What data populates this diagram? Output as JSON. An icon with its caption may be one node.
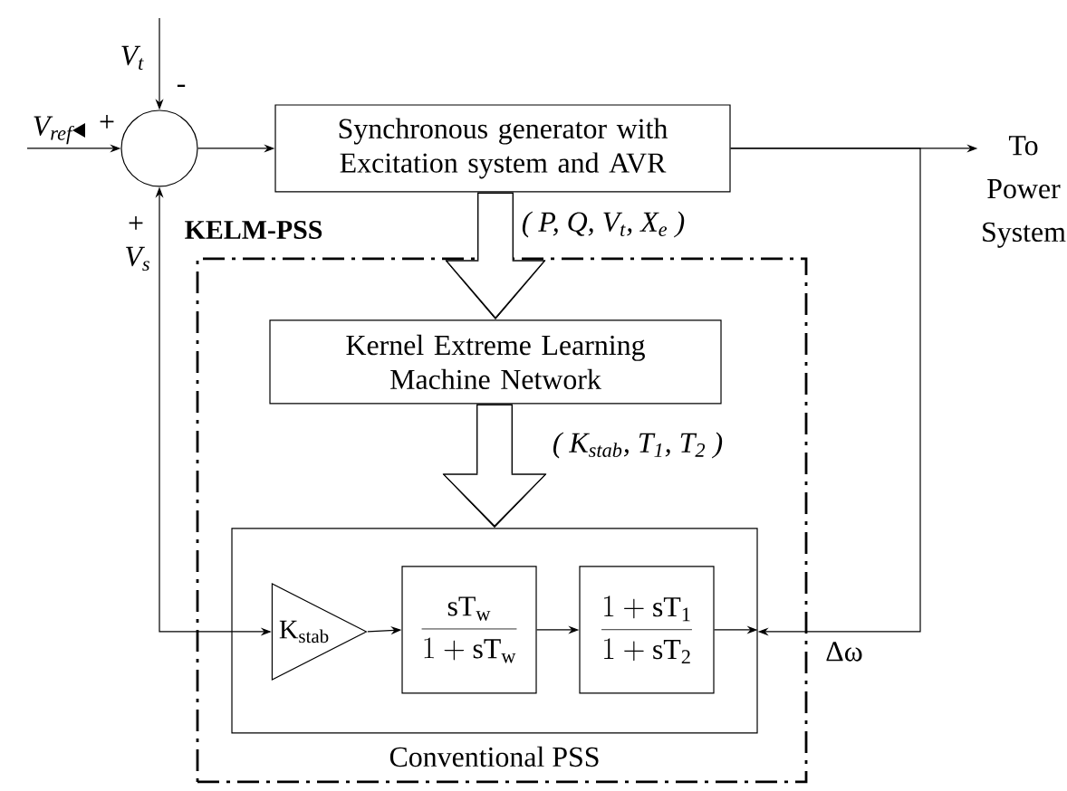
{
  "diagram": {
    "nodes": [
      {
        "text": [],
        "shape": "circle"
      },
      {
        "text": [
          "Synchronous generator with Excitation system and AVR"
        ]
      },
      {
        "text": [
          "KELM-PSS"
        ]
      },
      {
        "text": [
          "Kernel Extreme Learning Machine Network"
        ],
        "in": 2
      },
      {
        "text": [
          "Conventional PSS"
        ],
        "in": 2
      },
      {
        "text": [
          "K$_{stab}$"
        ],
        "in": 4
      },
      {
        "text": [
          "\\frac{\\mathrm{sT_w}}{1+\\mathrm{sT_w}}"
        ],
        "in": 4
      },
      {
        "text": [
          "\\frac{1+\\mathrm{sT_1}}{1+\\mathrm{sT_2}}"
        ],
        "in": 4
      },
      {
        "text": [
          "To Power System"
        ]
      }
    ],
    "edges": [
      {
        "from": null,
        "to": 0,
        "arrow": "to",
        "label": "V$_{t}$"
      },
      {
        "from": null,
        "to": 0,
        "arrow": "to",
        "label": "V$_{ref}$"
      },
      {
        "from": 0,
        "to": 1,
        "arrow": "to"
      },
      {
        "from": 1,
        "to": 8,
        "arrow": "to"
      },
      {
        "from": 1,
        "to": 3,
        "arrow": "to",
        "style": "thick",
        "label": "( P, Q, V$_{t}$, X$_{e}$ )"
      },
      {
        "from": 3,
        "to": 4,
        "arrow": "to",
        "style": "thick",
        "label": "( K$_{stab}$, T$_{1}$, T$_{2}$ )"
      },
      {
        "from": 5,
        "to": 0,
        "arrow": "both",
        "label": "V$_{s}$"
      },
      {
        "from": 5,
        "to": 6,
        "arrow": "to"
      },
      {
        "from": 6,
        "to": 7,
        "arrow": "to"
      },
      {
        "from": 7,
        "to": 4,
        "arrow": "to"
      },
      {
        "from": 1,
        "to": 4,
        "arrow": "to",
        "label": "Δω"
      }
    ],
    "labels": [
      "-",
      "+",
      "+"
    ]
  }
}
